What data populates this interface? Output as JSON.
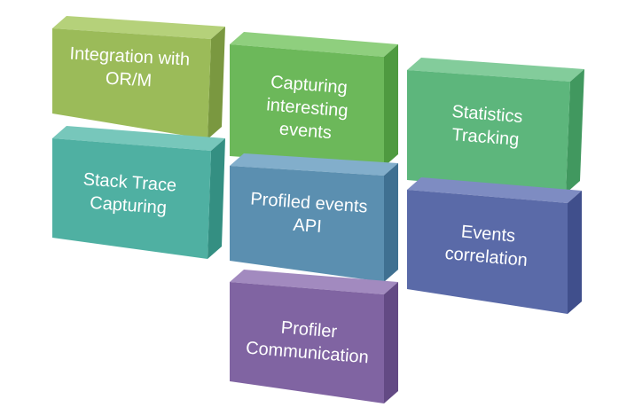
{
  "diagram": {
    "blocks": [
      {
        "id": "integration",
        "lines": [
          "Integration with",
          "OR/M"
        ],
        "colors": {
          "front": "#9bbb59",
          "side": "#7a9840",
          "top": "#b5d17a"
        }
      },
      {
        "id": "capturing",
        "lines": [
          "Capturing",
          "interesting",
          "events"
        ],
        "colors": {
          "front": "#6cb85a",
          "side": "#4f9a40",
          "top": "#8fcf7e"
        }
      },
      {
        "id": "statistics",
        "lines": [
          "Statistics",
          "Tracking"
        ],
        "colors": {
          "front": "#5db67c",
          "side": "#41985f",
          "top": "#83cc9b"
        }
      },
      {
        "id": "stacktrace",
        "lines": [
          "Stack Trace",
          "Capturing"
        ],
        "colors": {
          "front": "#4fb0a2",
          "side": "#348f82",
          "top": "#77c7bb"
        }
      },
      {
        "id": "profiled",
        "lines": [
          "Profiled events",
          "API"
        ],
        "colors": {
          "front": "#5b8fb0",
          "side": "#3f7091",
          "top": "#82aecb"
        }
      },
      {
        "id": "correlation",
        "lines": [
          "Events",
          "correlation"
        ],
        "colors": {
          "front": "#5a6aa8",
          "side": "#404f8c",
          "top": "#7e8cc2"
        }
      },
      {
        "id": "communication",
        "lines": [
          "Profiler",
          "Communication"
        ],
        "colors": {
          "front": "#8064a2",
          "side": "#634a84",
          "top": "#a28abf"
        }
      }
    ]
  }
}
